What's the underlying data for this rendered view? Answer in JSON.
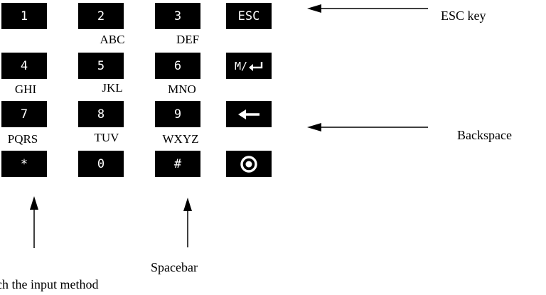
{
  "keypad": {
    "rows": [
      {
        "keys": [
          {
            "label": "1"
          },
          {
            "label": "2"
          },
          {
            "label": "3"
          },
          {
            "label": "ESC"
          }
        ]
      },
      {
        "keys": [
          {
            "label": "4"
          },
          {
            "label": "5"
          },
          {
            "label": "6"
          },
          {
            "label": "M/↵",
            "icon": "mode-enter-icon"
          }
        ]
      },
      {
        "keys": [
          {
            "label": "7"
          },
          {
            "label": "8"
          },
          {
            "label": "9"
          },
          {
            "label": "",
            "icon": "backspace-arrow-icon"
          }
        ]
      },
      {
        "keys": [
          {
            "label": "*"
          },
          {
            "label": "0"
          },
          {
            "label": "#"
          },
          {
            "label": "",
            "icon": "power-icon"
          }
        ]
      }
    ],
    "letters": {
      "key2": "ABC",
      "key3": "DEF",
      "key4": "GHI",
      "key5": "JKL",
      "key6": "MNO",
      "key7": "PQRS",
      "key8": "TUV",
      "key9": "WXYZ"
    }
  },
  "callouts": {
    "esc": "ESC key",
    "backspace": "Backspace",
    "spacebar": "Spacebar",
    "input_method": "Switch the input method"
  },
  "colors": {
    "key_bg": "#000000",
    "key_fg": "#ffffff",
    "text": "#000000"
  }
}
